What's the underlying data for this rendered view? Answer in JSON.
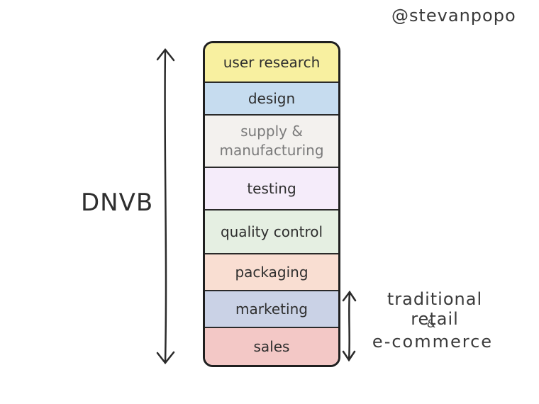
{
  "author": "@stevanpopo",
  "left_label": "DNVB",
  "right_label": {
    "line1": "traditional retail",
    "line2": "&",
    "line3": "e-commerce"
  },
  "layers": [
    {
      "label": "user research",
      "color": "#f8f0a0"
    },
    {
      "label": "design",
      "color": "#c6dcef"
    },
    {
      "label": "supply &\nmanufacturing",
      "color": "#f3f1ee"
    },
    {
      "label": "testing",
      "color": "#f5ecfa"
    },
    {
      "label": "quality control",
      "color": "#e5efe2"
    },
    {
      "label": "packaging",
      "color": "#f9ded2"
    },
    {
      "label": "marketing",
      "color": "#cad2e6"
    },
    {
      "label": "sales",
      "color": "#f3c8c6"
    }
  ]
}
